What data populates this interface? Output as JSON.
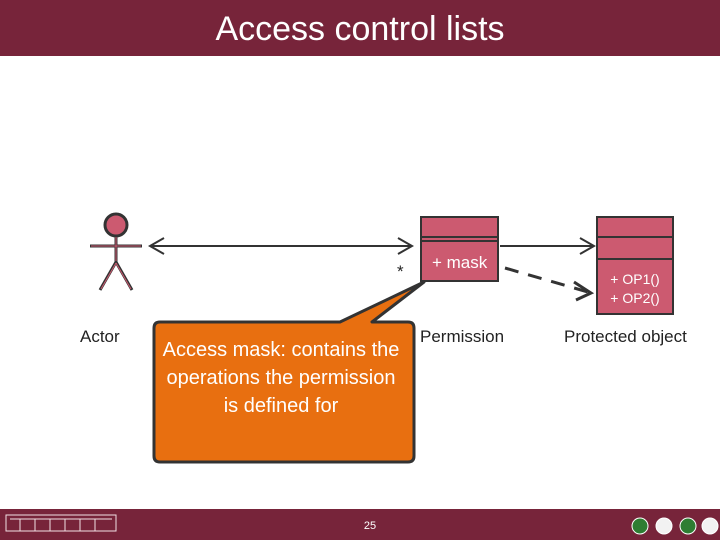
{
  "slide": {
    "title": "Access control lists",
    "page_number": "25"
  },
  "diagram": {
    "actor_label": "Actor",
    "multiplicity": "*",
    "permission": {
      "attribute": "+ mask",
      "label": "Permission"
    },
    "protected_object": {
      "operations": [
        "+ OP1()",
        "+ OP2()"
      ],
      "label": "Protected object"
    },
    "callout": "Access mask: contains the operations the permission is defined for"
  },
  "colors": {
    "accent": "#77243a",
    "class_fill": "#cc5a70",
    "callout_fill": "#e86f10",
    "callout_border": "#333333"
  }
}
